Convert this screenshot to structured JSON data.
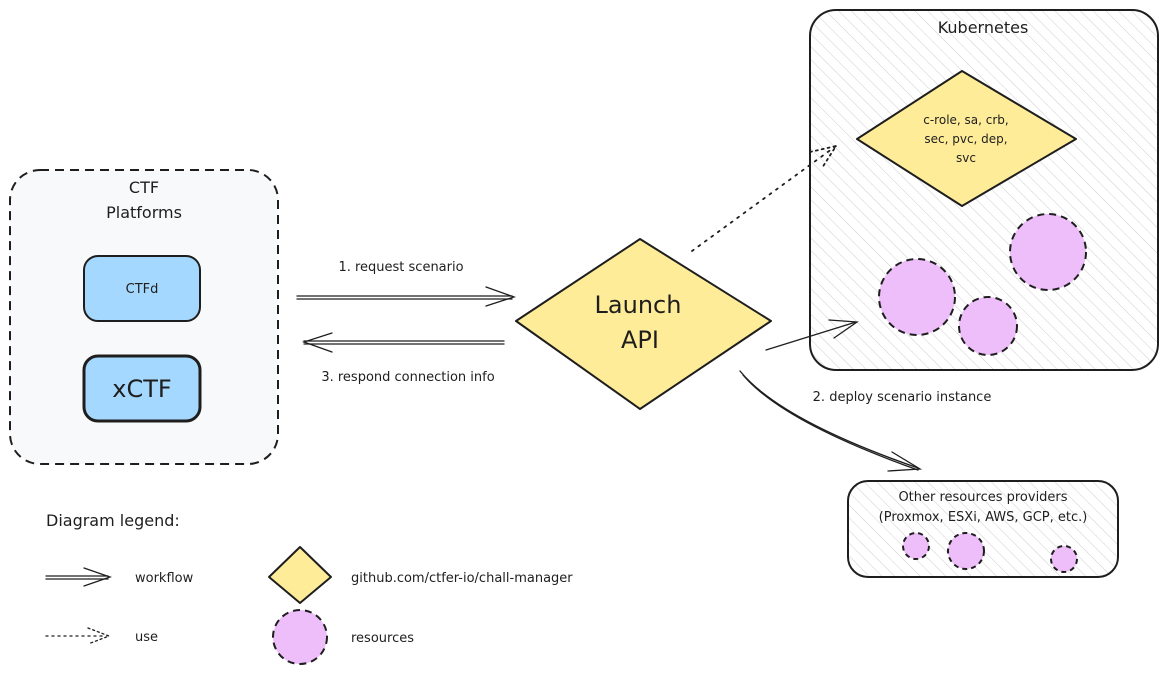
{
  "colors": {
    "stroke": "#1e1e1e",
    "blue_fill": "#a5d8ff",
    "yellow_fill": "#ffec99",
    "violet_fill": "#eebefa",
    "panel_fill": "#f8f9fa"
  },
  "groups": {
    "ctf_platforms": {
      "title_line1": "CTF",
      "title_line2": "Platforms"
    },
    "kubernetes": {
      "title": "Kubernetes"
    },
    "providers": {
      "title_line1": "Other resources providers",
      "title_line2": "(Proxmox, ESXi, AWS, GCP, etc.)"
    }
  },
  "nodes": {
    "ctfd": "CTFd",
    "xctf": "xCTF",
    "launch_api_line1": "Launch",
    "launch_api_line2": "API",
    "k8s_resources_line1": "c-role, sa, crb,",
    "k8s_resources_line2": "sec, pvc, dep,",
    "k8s_resources_line3": "svc"
  },
  "edges": {
    "request": "1. request scenario",
    "deploy": "2. deploy scenario instance",
    "respond": "3. respond connection info"
  },
  "legend": {
    "title": "Diagram legend:",
    "workflow": "workflow",
    "use": "use",
    "chall_manager": "github.com/ctfer-io/chall-manager",
    "resources": "resources"
  }
}
